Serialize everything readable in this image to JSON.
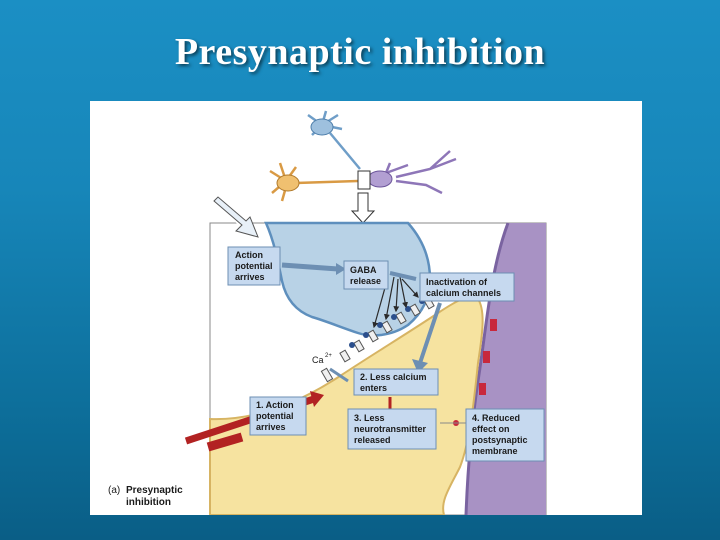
{
  "slide": {
    "title": "Presynaptic inhibition"
  },
  "figure": {
    "boxes": {
      "action_potential_top": [
        "Action",
        "potential",
        "arrives"
      ],
      "gaba_release": [
        "GABA",
        "release"
      ],
      "inactivation": [
        "Inactivation of",
        "calcium channels"
      ],
      "less_calcium": [
        "2. Less calcium",
        "enters"
      ],
      "action_potential_step1": [
        "1. Action",
        "potential",
        "arrives"
      ],
      "less_neurotransmitter": [
        "3. Less",
        "neurotransmitter",
        "released"
      ],
      "reduced_effect": [
        "4. Reduced",
        "effect on",
        "postsynaptic",
        "membrane"
      ]
    },
    "ion_label": "Ca",
    "ion_charge": "2+",
    "caption_letter": "(a)",
    "caption": [
      "Presynaptic",
      "inhibition"
    ]
  },
  "colors": {
    "background": "#1786b9",
    "presynaptic_terminal": "#f6e3a0",
    "inhibitory_terminal": "#b8d2e6",
    "postsynaptic_cell": "#a892c4",
    "label_box": "#c6d9ef",
    "arrow_red": "#b22222"
  }
}
